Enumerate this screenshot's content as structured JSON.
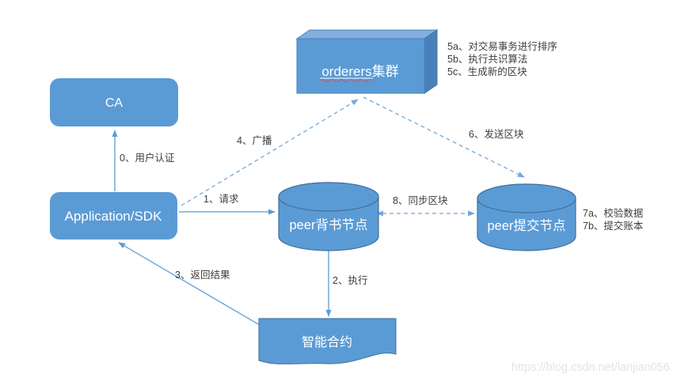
{
  "diagram": {
    "nodes": {
      "ca": {
        "label": "CA"
      },
      "application": {
        "label": "Application/SDK"
      },
      "orderers": {
        "label": "orderers集群"
      },
      "peer_endorser": {
        "label": "peer背书节点"
      },
      "peer_committer": {
        "label": "peer提交节点"
      },
      "smart_contract": {
        "label": "智能合约"
      }
    },
    "edges": {
      "user_auth": {
        "label": "0、用户认证",
        "style": "solid-arrow"
      },
      "request": {
        "label": "1、请求",
        "style": "solid-arrow"
      },
      "execute": {
        "label": "2、执行",
        "style": "solid-arrow"
      },
      "return_result": {
        "label": "3、返回结果",
        "style": "solid-arrow"
      },
      "broadcast": {
        "label": "4、广播",
        "style": "dashed-arrow"
      },
      "send_block": {
        "label": "6、发送区块",
        "style": "dashed-arrow"
      },
      "sync_block": {
        "label": "8、同步区块",
        "style": "dashed-double-arrow"
      }
    },
    "annotations": {
      "orderer_steps": [
        "5a、对交易事务进行排序",
        "5b、执行共识算法",
        "5c、生成新的区块"
      ],
      "committer_steps": [
        "7a、校验数据",
        "7b、提交账本"
      ]
    },
    "watermark": "https://blog.csdn.net/lanjian056",
    "colors": {
      "shape_fill": "#5b9bd5",
      "cube_top_fill": "#84aede",
      "cube_side_fill": "#4a80ba",
      "shape_stroke": "#41719c",
      "solid_arrow": "#5b9bd5",
      "dashed_arrow": "#74a7dd",
      "label_text": "#3d3d3d",
      "node_text": "#ffffff",
      "spellcheck_underline": "#e04a4a",
      "watermark_text": "#e4e4e4",
      "background": "#ffffff"
    }
  }
}
